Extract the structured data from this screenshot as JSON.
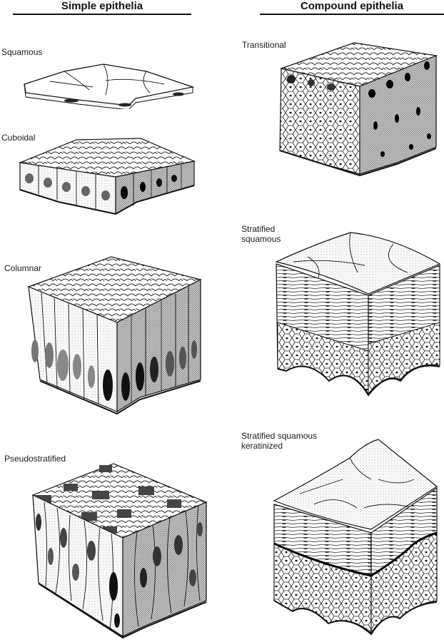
{
  "columns": {
    "simple": {
      "title": "Simple epithelia"
    },
    "compound": {
      "title": "Compound epithelia"
    }
  },
  "panels": {
    "squamous": {
      "label": "Squamous"
    },
    "cuboidal": {
      "label": "Cuboidal"
    },
    "columnar": {
      "label": "Columnar"
    },
    "pseudostratified": {
      "label": "Pseudostratified"
    },
    "transitional": {
      "label": "Transitional"
    },
    "stratified_squamous": {
      "label": "Stratified\nsquamous"
    },
    "stratified_squamous_keratinized": {
      "label": "Stratified squamous\nkeratinized"
    }
  },
  "colors": {
    "ink": "#111111",
    "stipple": "#9a9a9a",
    "paper": "#ffffff",
    "nucleus": "#2a2a2a"
  }
}
